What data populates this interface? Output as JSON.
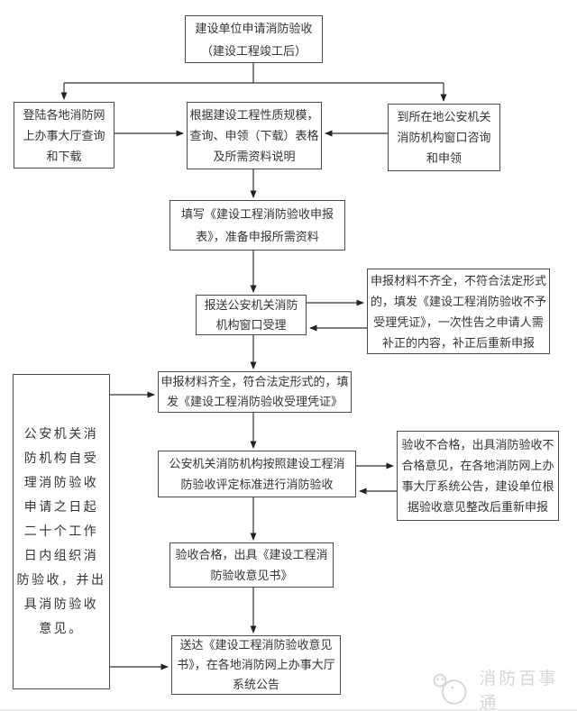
{
  "flowchart": {
    "title_hint": "建设工程消防验收流程图",
    "colors": {
      "box_border": "#4a4a4a",
      "text": "#333333",
      "connector": "#333333",
      "watermark": "#d6d6d6",
      "background": "#ffffff"
    },
    "nodes": {
      "apply": {
        "text": "建设单位申请消防验收\n（建设工程竣工后）"
      },
      "online_hall": {
        "text": "登陆各地消防网\n上办事大厅查询\n和下载"
      },
      "query_forms": {
        "text": "根据建设工程性质规模，\n查询、申领（下载）表格\n及所需资料说明"
      },
      "window_consult": {
        "text": "到所在地公安机关\n消防机构窗口咨询\n和申领"
      },
      "fill_form": {
        "text": "填写《建设工程消防验收申报\n表》，准备申报所需资料"
      },
      "submit": {
        "text": "报送公安机关消防\n机构窗口受理"
      },
      "incomplete": {
        "text": "申报材料不齐全，不符合法定形式\n的，填发《建设工程消防验收不予\n受理凭证》，一次性告之申请人需\n补正的内容，补正后重新申报"
      },
      "complete": {
        "text": "申报材料齐全，符合法定形式的，填\n发《建设工程消防验收受理凭证》"
      },
      "assess": {
        "text": "公安机关消防机构按照建设工程消\n防验收评定标准进行消防验收"
      },
      "fail": {
        "text": "验收不合格，出具消防验收不\n合格意见，在各地消防网上办\n事大厅系统公告，建设单位根\n据验收意见整改后重新申报"
      },
      "pass": {
        "text": "验收合格，出具《建设工程消\n防验收意见书》"
      },
      "deliver": {
        "text": "送达《建设工程消防验收意见\n书》，在各地消防网上办事大厅\n系统公告"
      },
      "timeline_note": {
        "text": "公安机关消\n防机构自受\n理消防验收\n申请之日起\n二十个工作\n日内组织消\n防验收，并出\n具消防验收\n意见。"
      }
    },
    "watermark": {
      "text": "消防百事通"
    }
  }
}
